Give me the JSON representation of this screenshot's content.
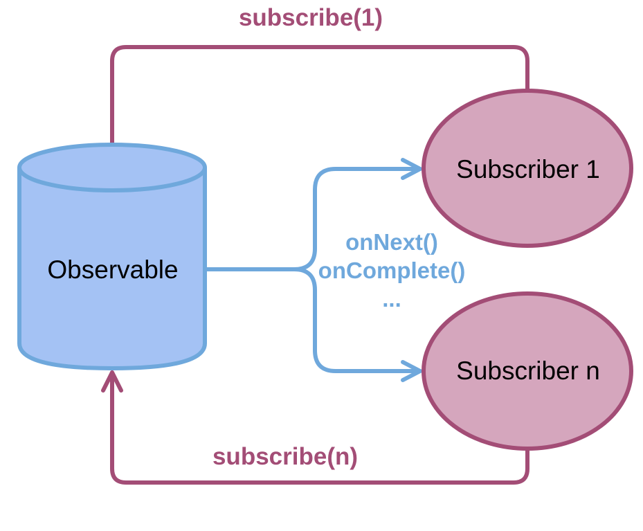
{
  "diagram": {
    "nodes": {
      "observable": {
        "label": "Observable",
        "shape": "cylinder",
        "fill": "#a4c2f4",
        "stroke": "#6fa8dc"
      },
      "subscriber_1": {
        "label": "Subscriber 1",
        "shape": "ellipse",
        "fill": "#d5a6bd",
        "stroke": "#a34d76"
      },
      "subscriber_n": {
        "label": "Subscriber n",
        "shape": "ellipse",
        "fill": "#d5a6bd",
        "stroke": "#a34d76"
      }
    },
    "edges": {
      "subscribe_1": {
        "label": "subscribe(1)",
        "from": "Subscriber 1",
        "to": "Observable",
        "color": "#a34d76"
      },
      "subscribe_n": {
        "label": "subscribe(n)",
        "from": "Subscriber n",
        "to": "Observable",
        "color": "#a34d76"
      },
      "notify": {
        "labels": [
          "onNext()",
          "onComplete()",
          "..."
        ],
        "from": "Observable",
        "to": [
          "Subscriber 1",
          "Subscriber n"
        ],
        "color": "#6fa8dc"
      }
    }
  }
}
